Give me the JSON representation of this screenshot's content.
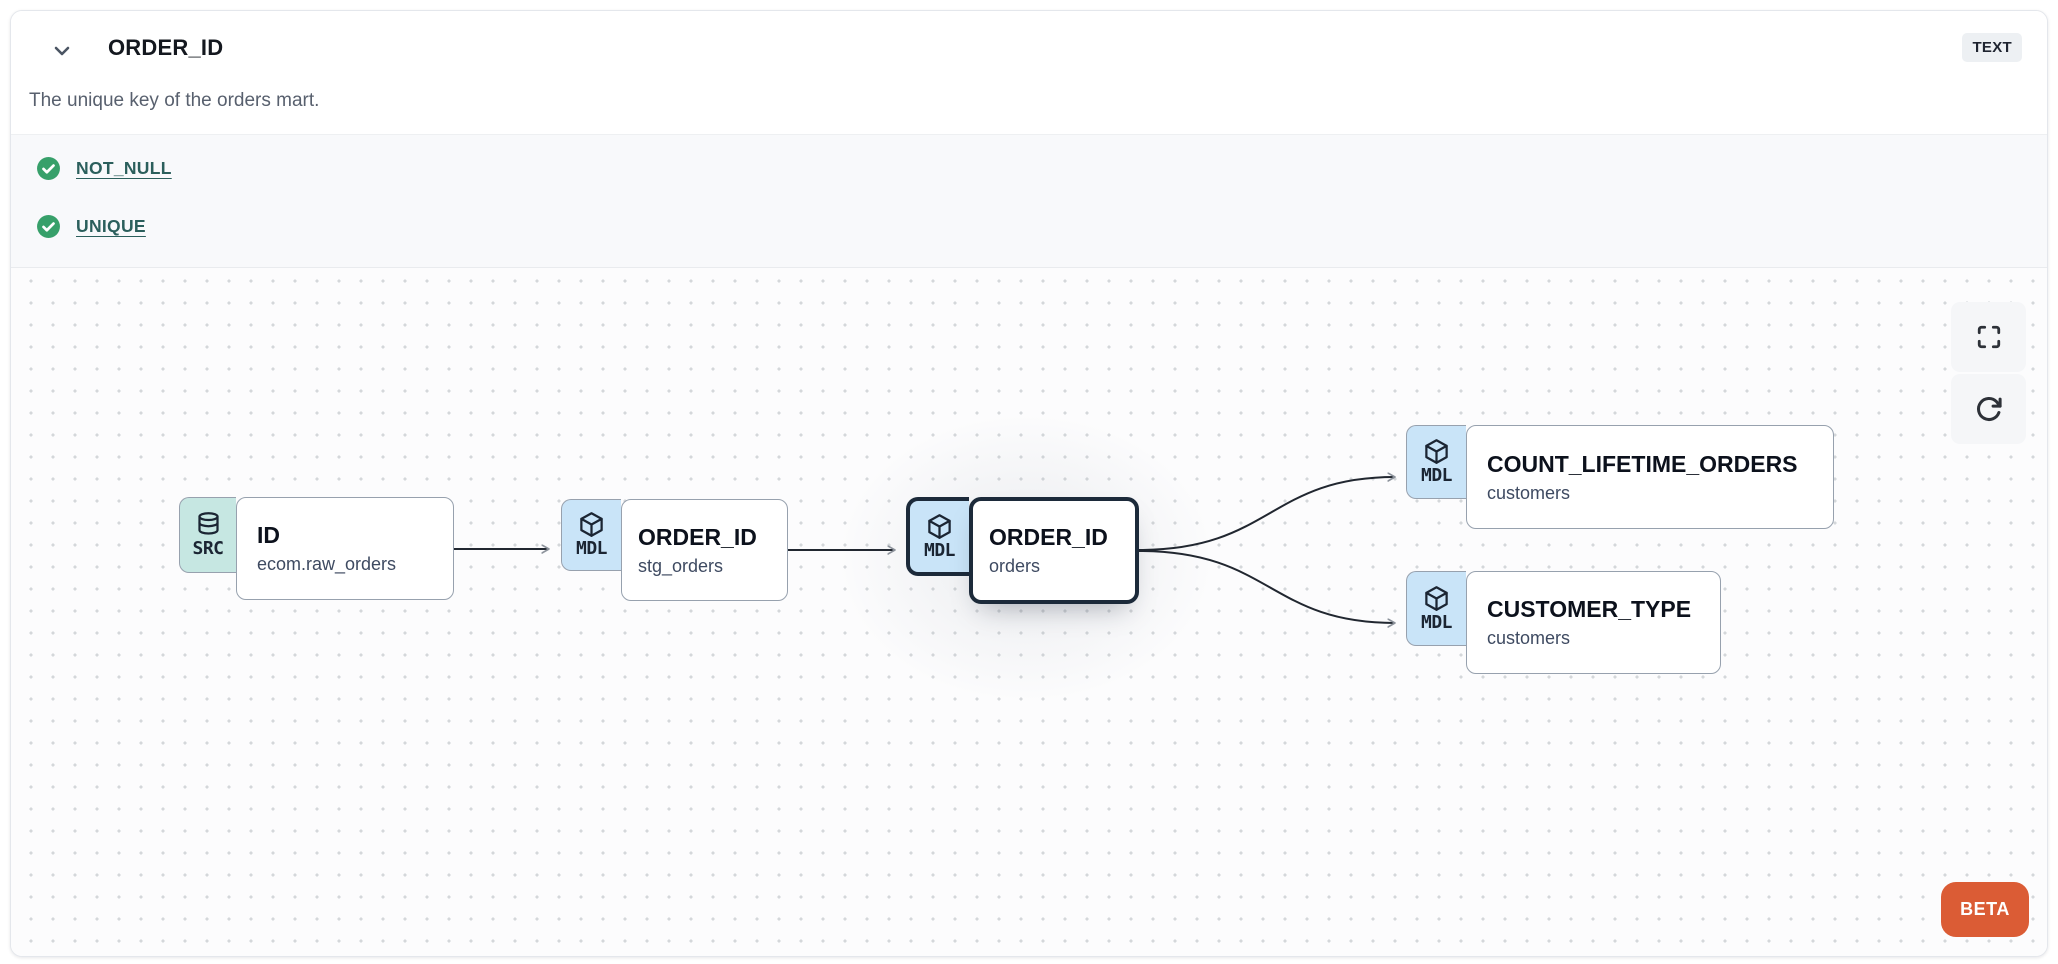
{
  "header": {
    "title": "ORDER_ID",
    "type_badge": "TEXT",
    "description": "The unique key of the orders mart.",
    "collapse_icon": "chevron-down-icon"
  },
  "tests": [
    {
      "label": "NOT_NULL",
      "status": "pass",
      "icon": "check-circle-icon"
    },
    {
      "label": "UNIQUE",
      "status": "pass",
      "icon": "check-circle-icon"
    }
  ],
  "lineage": {
    "nodes": [
      {
        "badge": "SRC",
        "icon": "database-icon",
        "title": "ID",
        "subtitle": "ecom.raw_orders",
        "selected": false
      },
      {
        "badge": "MDL",
        "icon": "cube-icon",
        "title": "ORDER_ID",
        "subtitle": "stg_orders",
        "selected": false
      },
      {
        "badge": "MDL",
        "icon": "cube-icon",
        "title": "ORDER_ID",
        "subtitle": "orders",
        "selected": true
      },
      {
        "badge": "MDL",
        "icon": "cube-icon",
        "title": "COUNT_LIFETIME_ORDERS",
        "subtitle": "customers",
        "selected": false
      },
      {
        "badge": "MDL",
        "icon": "cube-icon",
        "title": "CUSTOMER_TYPE",
        "subtitle": "customers",
        "selected": false
      }
    ],
    "edges": [
      {
        "from": "ID (ecom.raw_orders)",
        "to": "ORDER_ID (stg_orders)"
      },
      {
        "from": "ORDER_ID (stg_orders)",
        "to": "ORDER_ID (orders)"
      },
      {
        "from": "ORDER_ID (orders)",
        "to": "COUNT_LIFETIME_ORDERS (customers)"
      },
      {
        "from": "ORDER_ID (orders)",
        "to": "CUSTOMER_TYPE (customers)"
      }
    ],
    "controls": [
      {
        "name": "fullscreen",
        "icon": "fullscreen-icon"
      },
      {
        "name": "refresh",
        "icon": "refresh-icon"
      }
    ],
    "beta_label": "BETA"
  },
  "colors": {
    "source_badge_bg": "#c6e7e2",
    "model_badge_bg": "#c9e4f8",
    "selected_border": "#1c2a3a",
    "node_border": "#97a1ae",
    "test_pass_green": "#37a06a",
    "test_link_teal": "#2b5f5c",
    "beta_orange": "#db5c35",
    "canvas_dot": "#d4d7da",
    "edge_line": "#212730"
  }
}
